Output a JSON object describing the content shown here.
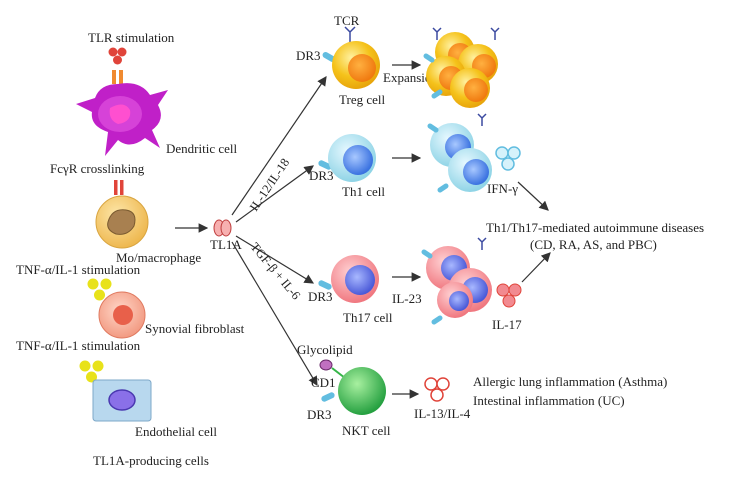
{
  "producers": {
    "tlr_stimulation": "TLR stimulation",
    "dendritic_cell": "Dendritic cell",
    "fcgr_crosslinking": "FcγR crosslinking",
    "mo_macrophage": "Mo/macrophage",
    "tnf_il1_stimulation_1": "TNF-α/IL-1 stimulation",
    "synovial_fibroblast": "Synovial fibroblast",
    "tnf_il1_stimulation_2": "TNF-α/IL-1 stimulation",
    "endothelial_cell": "Endothelial cell",
    "group_caption": "TL1A-producing cells"
  },
  "tl1a": {
    "label": "TL1A"
  },
  "pathways": {
    "il12_il18": "IL-12/IL-18",
    "tgfb_il6": "TGF-β + IL-6"
  },
  "treg": {
    "tcr": "TCR",
    "dr3": "DR3",
    "cell": "Treg cell",
    "expansion": "Expansion"
  },
  "th1": {
    "dr3": "DR3",
    "cell": "Th1 cell",
    "cytokine": "IFN-γ"
  },
  "th17": {
    "dr3": "DR3",
    "cell": "Th17 cell",
    "il23": "IL-23",
    "cytokine": "IL-17"
  },
  "nkt": {
    "glycolipid": "Glycolipid",
    "cd1": "CD1",
    "dr3": "DR3",
    "cell": "NKT cell",
    "cytokine": "IL-13/IL-4"
  },
  "outcomes": {
    "autoimmune_line1": "Th1/Th17-mediated autoimmune diseases",
    "autoimmune_line2": "(CD, RA, AS, and PBC)",
    "asthma": "Allergic lung inflammation (Asthma)",
    "uc": "Intestinal inflammation (UC)"
  },
  "colors": {
    "dendritic": "#c020c8",
    "macrophage": "#f2c462",
    "fibroblast": "#f28f78",
    "endothelial": "#b8d8ee",
    "treg": "#f5c21a",
    "th1": "#8fd4e6",
    "th17": "#f28a90",
    "nkt": "#35b548",
    "receptor": "#62bde0",
    "yellow_dot": "#e8e21a",
    "red_dot": "#e0443a"
  }
}
